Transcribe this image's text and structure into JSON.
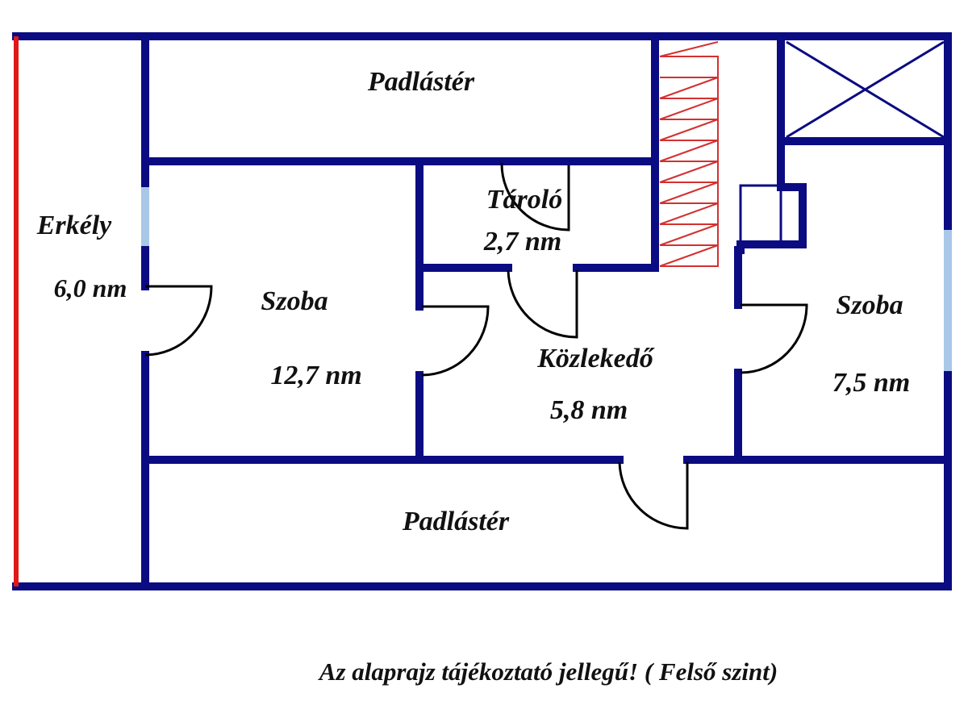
{
  "rooms": {
    "attic_top": {
      "name": "Padlástér"
    },
    "balcony": {
      "name": "Erkély",
      "area": "6,0 nm"
    },
    "room_left": {
      "name": "Szoba",
      "area": "12,7 nm"
    },
    "storage": {
      "name": "Tároló",
      "area": "2,7 nm"
    },
    "hallway": {
      "name": "Közlekedő",
      "area": "5,8 nm"
    },
    "room_right": {
      "name": "Szoba",
      "area": "7,5 nm"
    },
    "attic_bottom": {
      "name": "Padlástér"
    }
  },
  "caption": "Az alaprajz tájékoztató jellegű! ( Felső szint)",
  "colors": {
    "wall": "#0b0b82",
    "balcony_edge": "#e01818",
    "window": "#a9c8e8",
    "stairs": "#d43030"
  }
}
